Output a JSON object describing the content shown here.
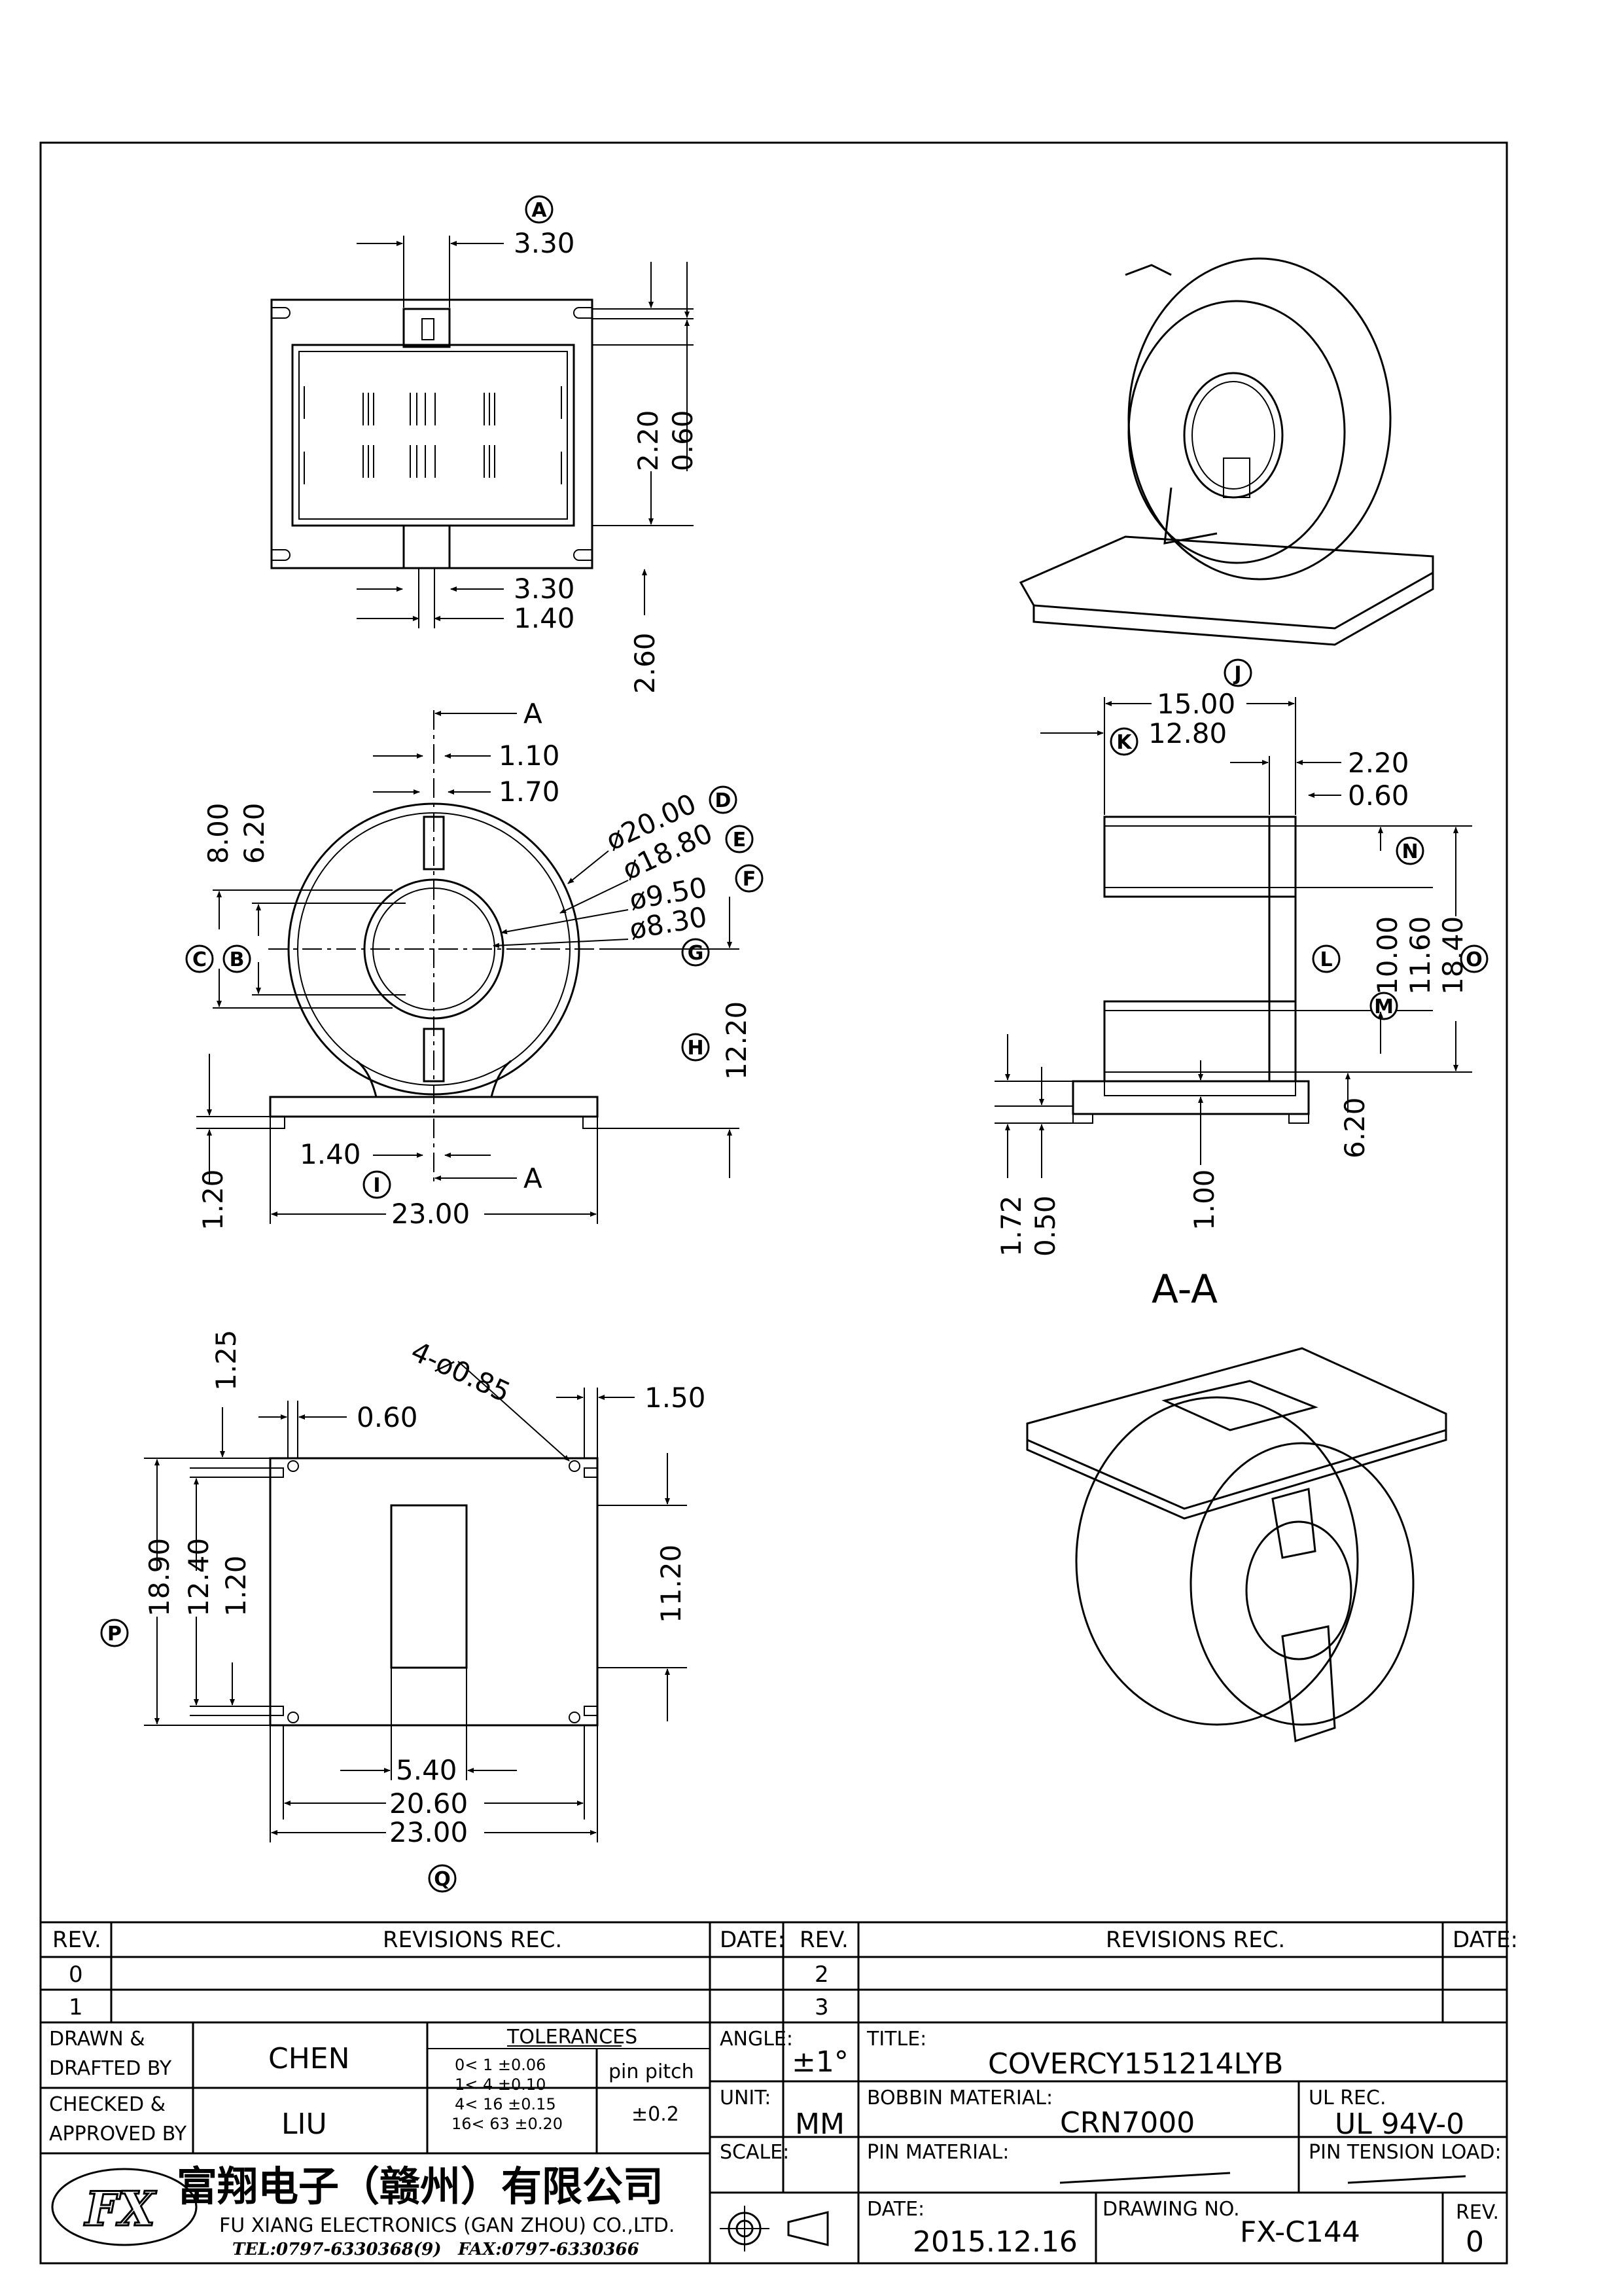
{
  "drawing": {
    "top_view": {
      "label_A": "A",
      "d_330_top": "3.30",
      "d_220": "2.20",
      "d_060": "0.60",
      "d_330_bottom": "3.30",
      "d_140": "1.40",
      "d_260": "2.60"
    },
    "front_view": {
      "section_mark_top": "A",
      "section_mark_bottom": "A",
      "d_110": "1.10",
      "d_170": "1.70",
      "d_800": "8.00",
      "d_620": "6.20",
      "phi_2000": "ø20.00",
      "phi_1880": "ø18.80",
      "phi_950": "ø9.50",
      "phi_830": "ø8.30",
      "d_1220": "12.20",
      "d_140": "1.40",
      "d_120": "1.20",
      "d_2300": "23.00",
      "callouts": [
        "C",
        "B",
        "D",
        "E",
        "F",
        "G",
        "H",
        "I"
      ]
    },
    "section_view": {
      "d_1500": "15.00",
      "d_1280": "12.80",
      "d_220": "2.20",
      "d_060": "0.60",
      "d_1000": "10.00",
      "d_1160": "11.60",
      "d_1840": "18.40",
      "d_620": "6.20",
      "d_172": "1.72",
      "d_050": "0.50",
      "d_100": "1.00",
      "title": "A-A",
      "callouts": [
        "J",
        "K",
        "N",
        "L",
        "O",
        "M"
      ]
    },
    "bottom_view": {
      "d_125": "1.25",
      "d_060": "0.60",
      "holes": "4-ø0.85",
      "d_150": "1.50",
      "d_1890": "18.90",
      "d_1240": "12.40",
      "d_120": "1.20",
      "d_1120": "11.20",
      "d_540": "5.40",
      "d_2060": "20.60",
      "d_2300": "23.00",
      "callouts": [
        "P",
        "Q"
      ]
    }
  },
  "title_block": {
    "rev_header": "REV.",
    "revisions_header": "REVISIONS   REC.",
    "date_header": "DATE:",
    "rev_rows_left": [
      "0",
      "1"
    ],
    "rev_rows_right": [
      "2",
      "3"
    ],
    "drawn_label": "DRAWN &",
    "drafted_label": "DRAFTED BY",
    "drawn_by": "CHEN",
    "checked_label": "CHECKED &",
    "approved_label": "APPROVED BY",
    "approved_by": "LIU",
    "tolerances_header": "TOLERANCES",
    "tolerance_rows": [
      "0<   1   ±0.06",
      "1<   4   ±0.10",
      "4<  16  ±0.15",
      "16<  63  ±0.20"
    ],
    "pin_pitch_label": "pin pitch",
    "pin_pitch_value": "±0.2",
    "angle_label": "ANGLE:",
    "angle_value": "±1°",
    "unit_label": "UNIT:",
    "unit_value": "MM",
    "scale_label": "SCALE:",
    "title_label": "TITLE:",
    "title_value": "COVERCY151214LYB",
    "bobbin_material_label": "BOBBIN MATERIAL:",
    "bobbin_material_value": "CRN7000",
    "ul_rec_label": "UL REC.",
    "ul_rec_value": "UL 94V-0",
    "pin_material_label": "PIN MATERIAL:",
    "pin_tension_label": "PIN TENSION LOAD:",
    "date_label": "DATE:",
    "date_value": "2015.12.16",
    "drawing_no_label": "DRAWING NO.",
    "drawing_no_value": "FX-C144",
    "rev_label": "REV.",
    "rev_value": "0",
    "company_cn": "富翔电子（赣州）有限公司",
    "company_en": "FU XIANG ELECTRONICS (GAN ZHOU) CO.,LTD.",
    "tel": "TEL:0797-6330368(9)",
    "fax": "FAX:0797-6330366",
    "logo_text": "FX"
  }
}
